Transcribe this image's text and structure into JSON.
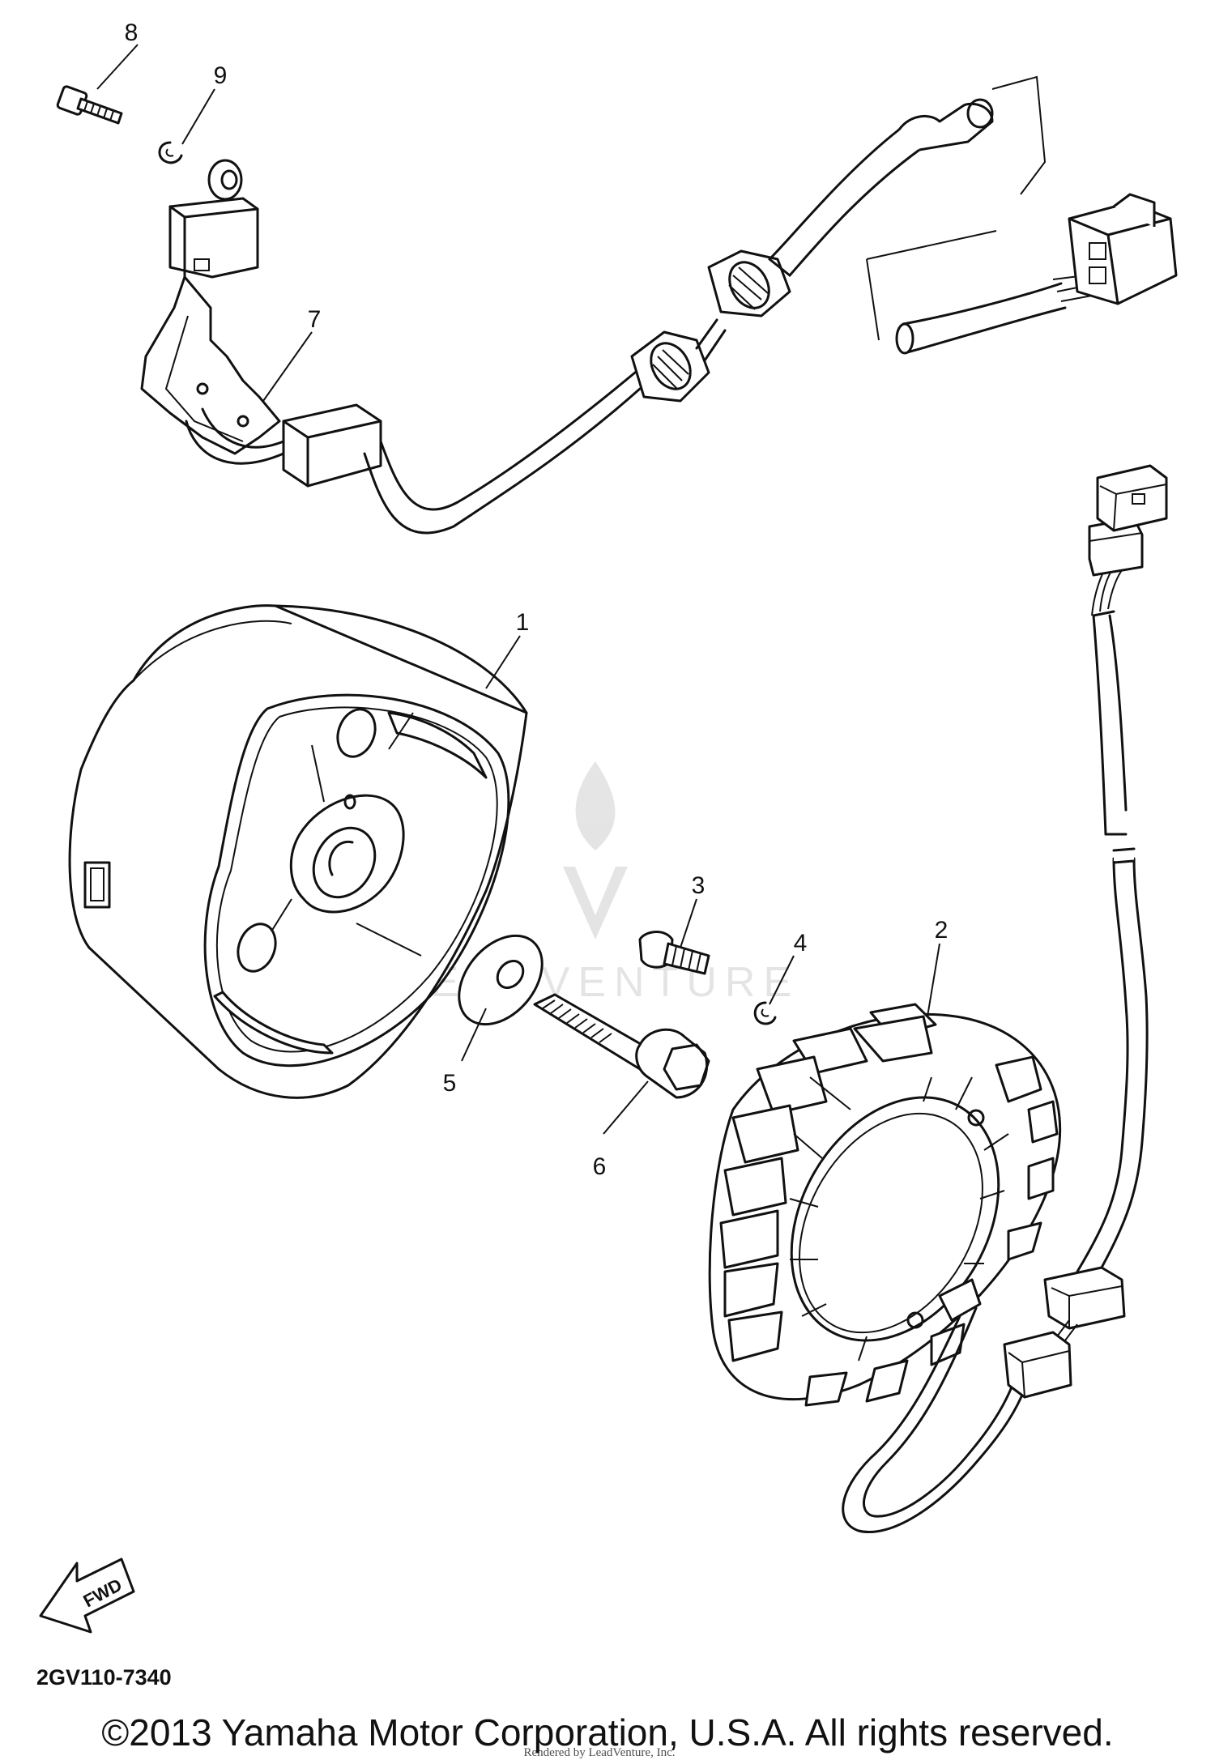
{
  "callouts": [
    {
      "label": "8",
      "part": "screw"
    },
    {
      "label": "9",
      "part": "clamp"
    },
    {
      "label": "7",
      "part": "pickup coil lead"
    },
    {
      "label": "1",
      "part": "rotor"
    },
    {
      "label": "2",
      "part": "stator"
    },
    {
      "label": "3",
      "part": "screw"
    },
    {
      "label": "4",
      "part": "clamp"
    },
    {
      "label": "5",
      "part": "washer"
    },
    {
      "label": "6",
      "part": "bolt"
    }
  ],
  "direction_marker": "FWD",
  "diagram_code": "2GV110-7340",
  "copyright": "©2013 Yamaha Motor Corporation, U.S.A. All rights reserved.",
  "rendered_by": "Rendered by LeadVenture, Inc.",
  "watermark": "LEADVENTURE"
}
